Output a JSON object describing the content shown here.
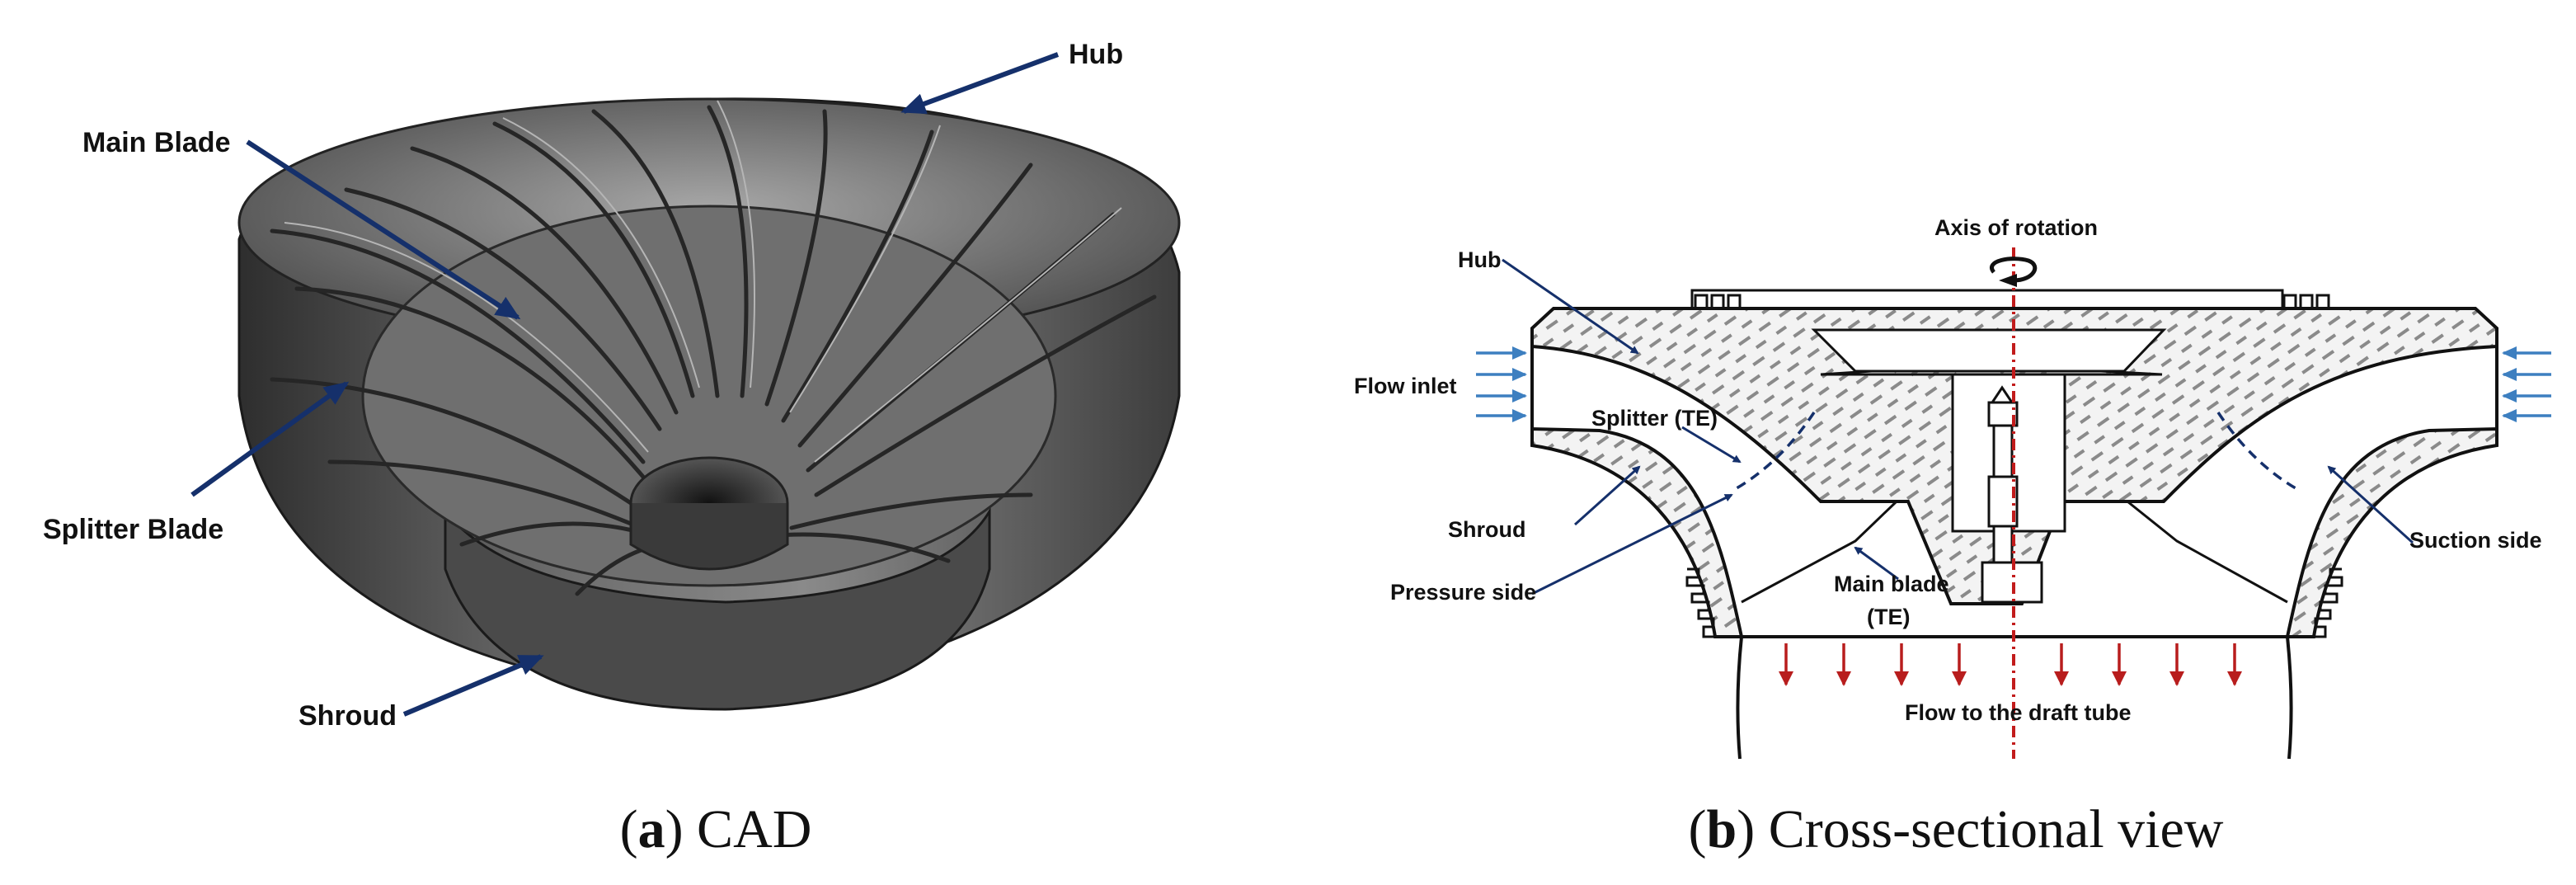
{
  "panel_a": {
    "labels": {
      "hub": "Hub",
      "main_blade": "Main Blade",
      "splitter_blade": "Splitter Blade",
      "shroud": "Shroud"
    },
    "caption_letter": "a",
    "caption_text": "CAD"
  },
  "panel_b": {
    "labels": {
      "axis_of_rotation": "Axis of rotation",
      "hub": "Hub",
      "flow_inlet": "Flow inlet",
      "splitter_te": "Splitter (TE)",
      "shroud": "Shroud",
      "pressure_side": "Pressure side",
      "main_blade": "Main blade",
      "main_blade_te": "(TE)",
      "suction_side": "Suction side",
      "flow_to_draft_tube": "Flow to the draft tube"
    },
    "caption_letter": "b",
    "caption_text": "Cross-sectional view"
  },
  "colors": {
    "leader": "#15306b",
    "inlet_arrow": "#3d7fc0",
    "flow_arrow": "#b81d1d",
    "axis": "#c21c1c",
    "hatch": "#9a9a9a",
    "metal_dark": "#3a3a3a",
    "metal_light": "#8f8f8f"
  }
}
